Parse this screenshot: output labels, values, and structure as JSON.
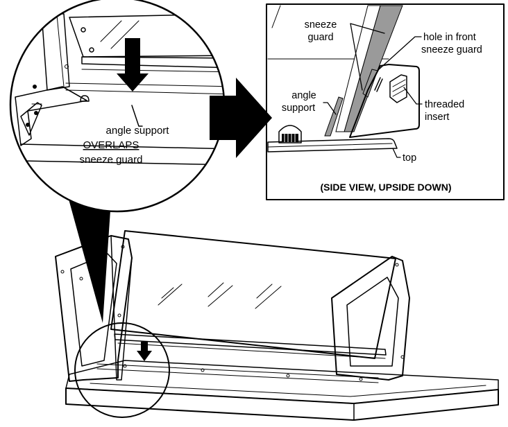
{
  "zoom_labels": {
    "line1": "angle support",
    "line2": "OVERLAPS",
    "line3": "sneeze guard"
  },
  "side_view": {
    "sneeze_guard_line1": "sneeze",
    "sneeze_guard_line2": "guard",
    "hole_line1": "hole in front",
    "hole_line2": "sneeze guard",
    "angle_line1": "angle",
    "angle_line2": "support",
    "insert_line1": "threaded",
    "insert_line2": "insert",
    "top": "top",
    "caption": "(SIDE VIEW, UPSIDE DOWN)"
  }
}
